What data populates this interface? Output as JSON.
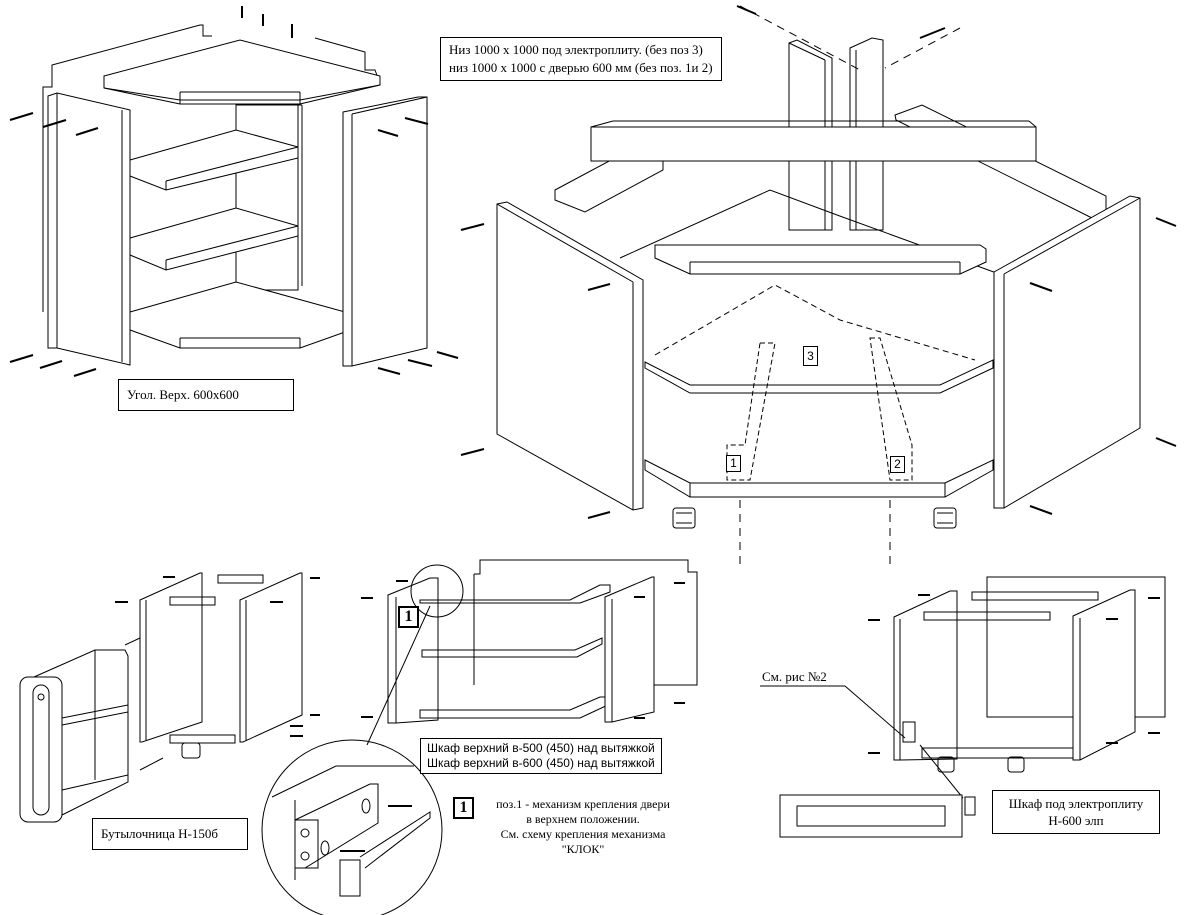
{
  "title": "Кухонные шкафы — схемы сборки",
  "labels": {
    "bottom_corner": [
      "Низ 1000 x 1000 под электроплиту. (без поз 3)",
      "низ 1000 x 1000 с дверью 600 мм (без поз. 1и 2)"
    ],
    "top_corner": "Угол. Верх. 600x600",
    "wall_cabinet": [
      "Шкаф верхний  в-500 (450) над вытяжкой",
      "Шкаф верхний  в-600 (450) над вытяжкой"
    ],
    "bottle_rack": "Бутылочница Н-150б",
    "stove_cabinet": [
      "Шкаф под электроплиту",
      "Н-600 элп"
    ],
    "see_fig": "См. рис №2",
    "note_pos1": [
      "поз.1 - механизм крепления двери",
      "в верхнем положении.",
      "См. схему крепления механизма",
      "\"КЛОК\""
    ]
  },
  "positions": {
    "p1": "1",
    "p2": "2",
    "p3": "3",
    "wall_p1": "1",
    "note_p1": "1"
  },
  "colors": {
    "line": "#000000",
    "background": "#ffffff"
  }
}
